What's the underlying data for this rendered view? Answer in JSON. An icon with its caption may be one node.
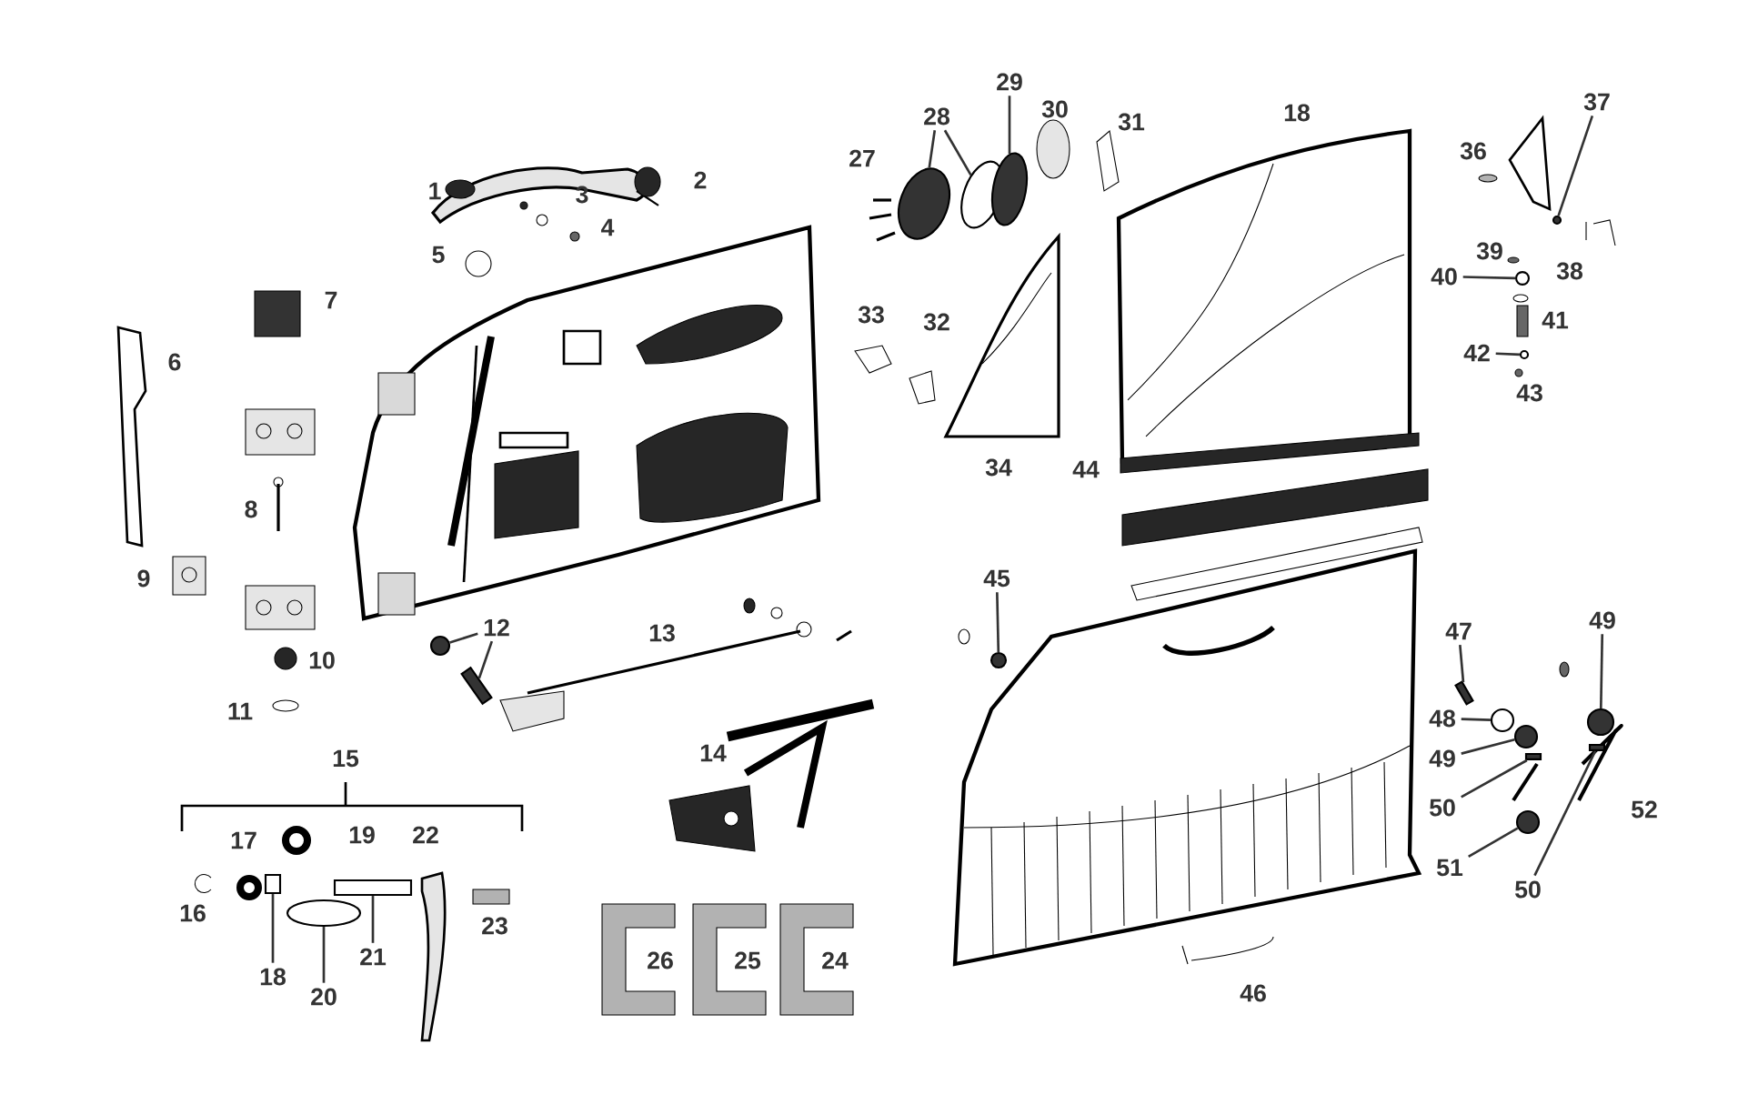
{
  "diagram": {
    "nodes": [
      {
        "text": [
          "12"
        ]
      },
      {
        "text": [],
        "shape": "circle"
      },
      {
        "text": [],
        "shape": "box"
      },
      {
        "text": [
          "28"
        ]
      },
      {
        "text": [],
        "shape": "circle"
      },
      {
        "text": [],
        "shape": "circle"
      },
      {
        "text": [
          "29"
        ]
      },
      {
        "text": [],
        "shape": "circle"
      },
      {
        "text": [
          "37"
        ]
      },
      {
        "text": [],
        "shape": "circle"
      },
      {
        "text": [
          "40"
        ]
      },
      {
        "text": [],
        "shape": "circle"
      },
      {
        "text": [
          "42"
        ]
      },
      {
        "text": [],
        "shape": "circle"
      },
      {
        "text": [
          "45"
        ]
      },
      {
        "text": [],
        "shape": "circle"
      },
      {
        "text": [
          "47"
        ]
      },
      {
        "text": [],
        "shape": "box"
      },
      {
        "text": [
          "48"
        ]
      },
      {
        "text": [],
        "shape": "circle"
      },
      {
        "text": [
          "49"
        ]
      },
      {
        "text": [],
        "shape": "circle"
      },
      {
        "text": [
          "49"
        ]
      },
      {
        "text": [],
        "shape": "circle"
      },
      {
        "text": [
          "50"
        ]
      },
      {
        "text": [],
        "shape": "box"
      },
      {
        "text": [
          "50"
        ]
      },
      {
        "text": [],
        "shape": "box"
      },
      {
        "text": [
          "51"
        ]
      },
      {
        "text": [],
        "shape": "circle"
      },
      {
        "text": [
          "18"
        ]
      },
      {
        "text": [],
        "shape": "box"
      },
      {
        "text": [
          "20"
        ]
      },
      {
        "text": [],
        "shape": "circle"
      },
      {
        "text": [
          "21"
        ]
      },
      {
        "text": [],
        "shape": "box"
      }
    ],
    "edges": [
      {
        "from": 0,
        "to": 1,
        "arrow": "none"
      },
      {
        "from": 0,
        "to": 2,
        "arrow": "none"
      },
      {
        "from": 3,
        "to": 4,
        "arrow": "none"
      },
      {
        "from": 3,
        "to": 5,
        "arrow": "none"
      },
      {
        "from": 6,
        "to": 7,
        "arrow": "none"
      },
      {
        "from": 8,
        "to": 9,
        "arrow": "none"
      },
      {
        "from": 10,
        "to": 11,
        "arrow": "none"
      },
      {
        "from": 12,
        "to": 13,
        "arrow": "none"
      },
      {
        "from": 14,
        "to": 15,
        "arrow": "none"
      },
      {
        "from": 16,
        "to": 17,
        "arrow": "none"
      },
      {
        "from": 18,
        "to": 19,
        "arrow": "none"
      },
      {
        "from": 20,
        "to": 21,
        "arrow": "none"
      },
      {
        "from": 22,
        "to": 23,
        "arrow": "none"
      },
      {
        "from": 24,
        "to": 25,
        "arrow": "none"
      },
      {
        "from": 26,
        "to": 27,
        "arrow": "none"
      },
      {
        "from": 28,
        "to": 29,
        "arrow": "none"
      },
      {
        "from": 30,
        "to": 31,
        "arrow": "none"
      },
      {
        "from": 32,
        "to": 33,
        "arrow": "none"
      },
      {
        "from": 34,
        "to": 35,
        "arrow": "none"
      }
    ],
    "labels": [
      "30",
      "31",
      "18",
      "27",
      "36",
      "1",
      "3",
      "2",
      "4",
      "5",
      "39",
      "38",
      "7",
      "33",
      "32",
      "41",
      "6",
      "43",
      "34",
      "44",
      "8",
      "9",
      "13",
      "10",
      "11",
      "15",
      "14",
      "52",
      "17",
      "19",
      "22",
      "16",
      "23",
      "26",
      "25",
      "24",
      "46"
    ]
  }
}
